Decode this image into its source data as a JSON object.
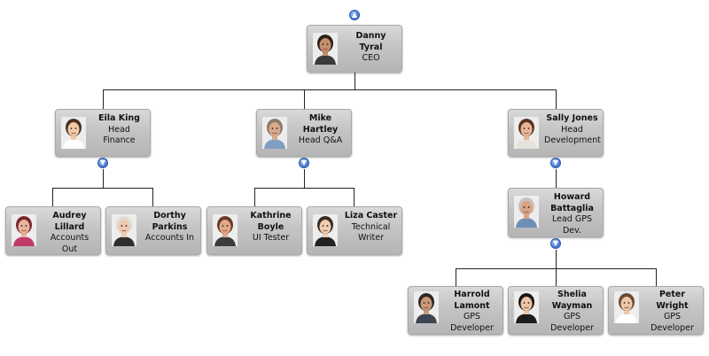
{
  "toggles": {
    "up_glyph": "▲",
    "down_glyph": "▼"
  },
  "colors": {
    "connector": "#222222",
    "toggle": "#4b7fd6",
    "node_bg": "#c4c4c4"
  },
  "nodes": {
    "danny": {
      "name": "Danny Tyral",
      "title": "CEO",
      "photo": {
        "skin": "#c58e6e",
        "hair": "#2b2019",
        "shirt": "#3a3a3a"
      }
    },
    "eila": {
      "name": "Eila King",
      "title": "Head Finance",
      "photo": {
        "skin": "#f1c9a8",
        "hair": "#4a3020",
        "shirt": "#ffffff"
      }
    },
    "mike": {
      "name": "Mike Hartley",
      "title": "Head Q&A",
      "photo": {
        "skin": "#d9a98c",
        "hair": "#8c7a6a",
        "shirt": "#7e9fc2"
      }
    },
    "sally": {
      "name": "Sally Jones",
      "title": "Head Development",
      "photo": {
        "skin": "#e7b69a",
        "hair": "#5a3322",
        "shirt": "#e6e2dc"
      }
    },
    "audrey": {
      "name": "Audrey Lillard",
      "title": "Accounts Out",
      "photo": {
        "skin": "#e8b49a",
        "hair": "#7a2430",
        "shirt": "#c23a6a"
      }
    },
    "dorthy": {
      "name": "Dorthy Parkins",
      "title": "Accounts In",
      "photo": {
        "skin": "#f0c8b0",
        "hair": "#e0dcd2",
        "shirt": "#2f2f2f"
      }
    },
    "kathrine": {
      "name": "Kathrine Boyle",
      "title": "UI Tester",
      "photo": {
        "skin": "#e0a888",
        "hair": "#6b3a26",
        "shirt": "#3b3b3b"
      }
    },
    "liza": {
      "name": "Liza Caster",
      "title": "Technical Writer",
      "photo": {
        "skin": "#eecdb5",
        "hair": "#3a2a20",
        "shirt": "#222222"
      }
    },
    "howard": {
      "name": "Howard Battaglia",
      "title": "Lead GPS Dev.",
      "photo": {
        "skin": "#d9a283",
        "hair": "#c8c0b8",
        "shirt": "#6e8fb5"
      }
    },
    "harrold": {
      "name": "Harrold Lamont",
      "title": "GPS Developer",
      "photo": {
        "skin": "#c99878",
        "hair": "#2e2620",
        "shirt": "#3b4652"
      }
    },
    "shelia": {
      "name": "Shelia Wayman",
      "title": "GPS Developer",
      "photo": {
        "skin": "#ecc4a8",
        "hair": "#1c1410",
        "shirt": "#1c1c1c"
      }
    },
    "peter": {
      "name": "Peter Wright",
      "title": "GPS Developer",
      "photo": {
        "skin": "#efc6a8",
        "hair": "#6b4a30",
        "shirt": "#ffffff"
      }
    }
  }
}
